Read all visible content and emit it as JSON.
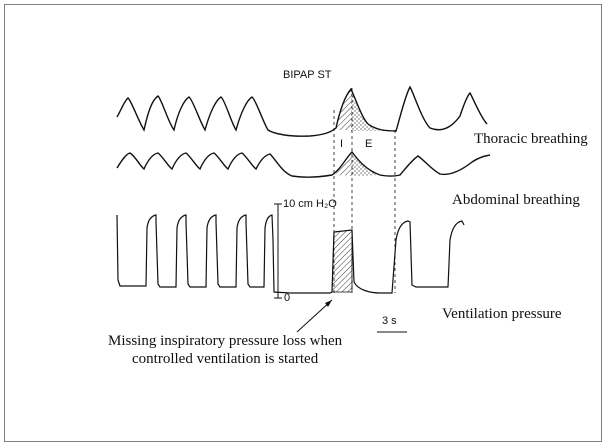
{
  "figure": {
    "mode_label": "BIPAP ST",
    "phase_inspiration": "I",
    "phase_expiration": "E",
    "pressure_scale_top": "10 cm H₂O",
    "pressure_scale_zero": "0",
    "time_scale": "3 s"
  },
  "labels": {
    "thoracic": "Thoracic breathing",
    "abdominal": "Abdominal breathing",
    "ventilation": "Ventilation pressure",
    "annotation_line1": "Missing inspiratory pressure loss when",
    "annotation_line2": "controlled ventilation is started"
  }
}
